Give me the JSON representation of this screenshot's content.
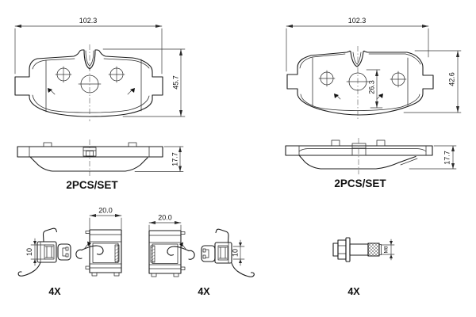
{
  "page": {
    "background": "#ffffff",
    "line_color": "#1c1c1c",
    "dim_color": "#3a3a3a"
  },
  "pad_front_left": {
    "width_dim": "102.3",
    "height_dim": "45.7"
  },
  "pad_front_right": {
    "width_dim": "102.3",
    "height_dim": "42.6",
    "center_dim": "26.3"
  },
  "pad_side_left": {
    "thickness_dim": "17.7",
    "set_label": "2PCS/SET"
  },
  "pad_side_right": {
    "thickness_dim": "17.7",
    "set_label": "2PCS/SET"
  },
  "hardware": {
    "clip_left": {
      "width_dim": "20.0",
      "height_dim": "10",
      "qty": "4X"
    },
    "clip_right": {
      "width_dim": "20.0",
      "height_dim": "10",
      "qty": "4X"
    },
    "bolt": {
      "thread_dim": "M8",
      "qty": "4X"
    }
  }
}
